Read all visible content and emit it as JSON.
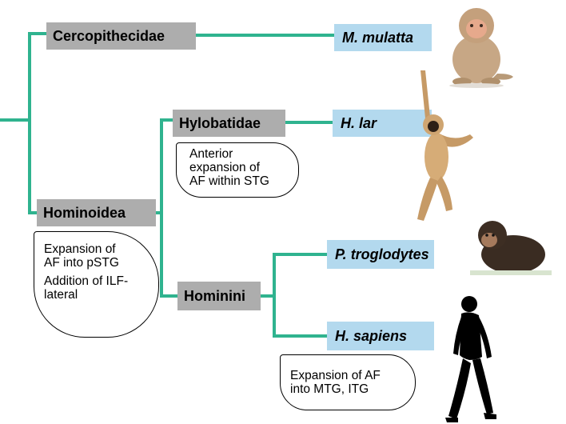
{
  "clades": {
    "cercopithecidae": "Cercopithecidae",
    "hominoidea": "Hominoidea",
    "hylobatidae": "Hylobatidae",
    "hominini": "Hominini"
  },
  "species": {
    "mulatta": "M. mulatta",
    "lar": "H. lar",
    "troglodytes": "P. troglodytes",
    "sapiens": "H. sapiens"
  },
  "annotations": {
    "hylobatidae": [
      "Anterior",
      "expansion of",
      "AF within STG"
    ],
    "hominoidea_1": [
      "Expansion of",
      "AF into pSTG"
    ],
    "hominoidea_2": [
      "Addition of ILF-",
      "lateral"
    ],
    "sapiens": [
      "Expansion of AF",
      "into MTG, ITG"
    ]
  },
  "icons": [
    "macaque-icon",
    "gibbon-icon",
    "chimpanzee-icon",
    "human-silhouette-icon"
  ],
  "colors": {
    "branch": "#2fb38f",
    "clade_box": "#adadad",
    "species_box": "#b3d9ee"
  }
}
